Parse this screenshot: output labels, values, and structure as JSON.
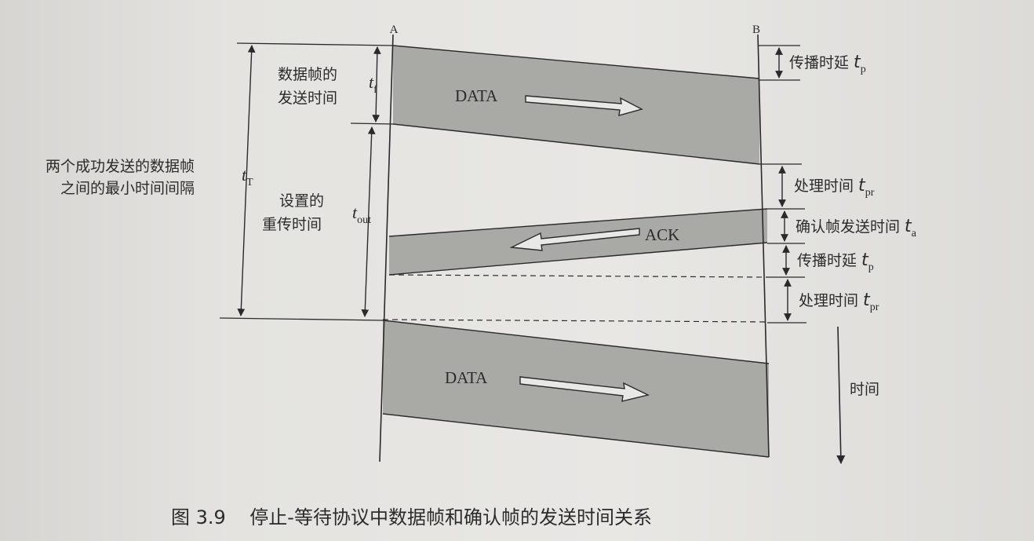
{
  "nodes": {
    "a": "A",
    "b": "B"
  },
  "frames": {
    "data1": "DATA",
    "ack": "ACK",
    "data2": "DATA"
  },
  "left_labels": {
    "min_interval_line1": "两个成功发送的数据帧",
    "min_interval_line2": "之间的最小时间间隔",
    "send_time_line1": "数据帧的",
    "send_time_line2": "发送时间",
    "retx_line1": "设置的",
    "retx_line2": "重传时间"
  },
  "symbols": {
    "t_T": {
      "base": "t",
      "sub": "T"
    },
    "t_f": {
      "base": "t",
      "sub": "f"
    },
    "t_out": {
      "base": "t",
      "sub": "out"
    }
  },
  "right_labels": [
    {
      "text": "传播时延 ",
      "base": "t",
      "sub": "p"
    },
    {
      "text": "处理时间 ",
      "base": "t",
      "sub": "pr"
    },
    {
      "text": "确认帧发送时间 ",
      "base": "t",
      "sub": "a"
    },
    {
      "text": "传播时延 ",
      "base": "t",
      "sub": "p"
    },
    {
      "text": "处理时间 ",
      "base": "t",
      "sub": "pr"
    }
  ],
  "time_axis": "时间",
  "caption": "图 3.9    停止-等待协议中数据帧和确认帧的发送时间关系",
  "colors": {
    "band_fill": "#a9a9a6",
    "line": "#2a2a2a"
  }
}
